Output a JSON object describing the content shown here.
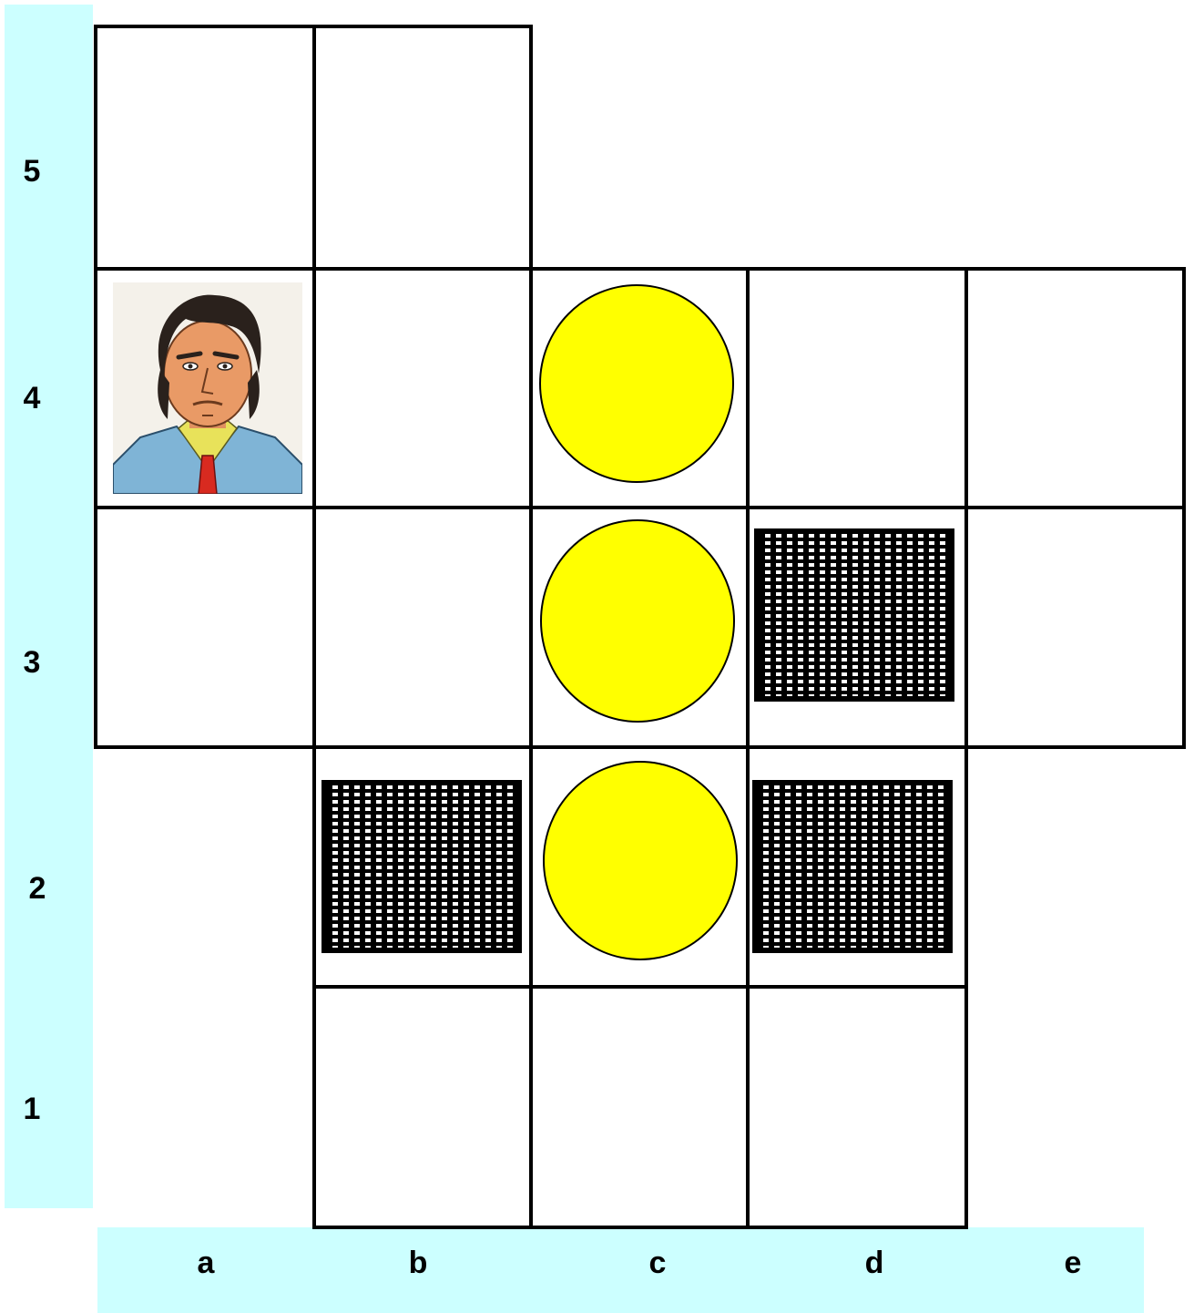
{
  "board": {
    "rank_labels": [
      "5",
      "4",
      "3",
      "2",
      "1"
    ],
    "file_labels": [
      "a",
      "b",
      "c",
      "d",
      "e"
    ],
    "colors": {
      "strip": "#ccffff",
      "token": "#ffff00",
      "grid": "#000000"
    }
  },
  "pieces": {
    "player": {
      "square": "a4",
      "icon": "man-portrait"
    },
    "tokens": [
      "c4",
      "c3",
      "c2"
    ],
    "blocks": [
      "d3",
      "b2",
      "d2"
    ]
  }
}
